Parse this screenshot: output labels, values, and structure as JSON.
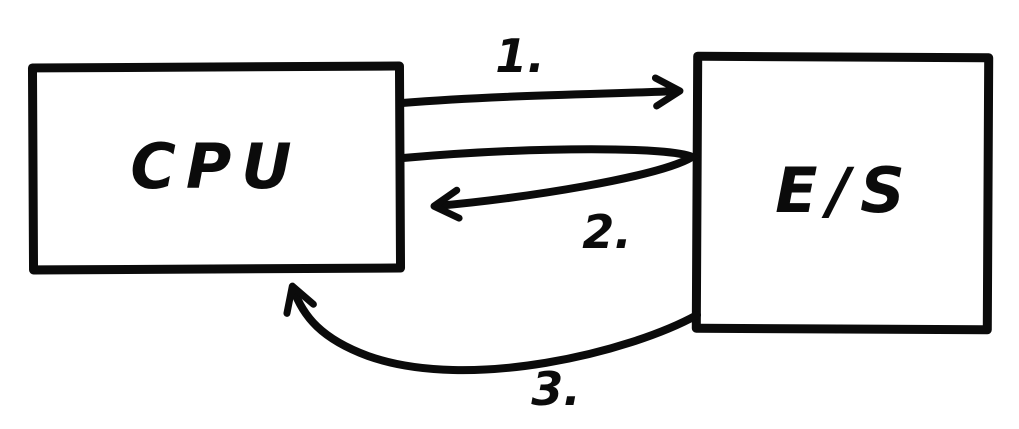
{
  "diagram": {
    "title": "CPU to E/S hand-drawn interaction diagram",
    "nodes": [
      {
        "id": "cpu",
        "label": "CPU"
      },
      {
        "id": "es",
        "label": "E/S"
      }
    ],
    "arrows": [
      {
        "id": "arrow-1",
        "label": "1.",
        "from": "CPU",
        "to": "E/S",
        "style": "straight-top"
      },
      {
        "id": "arrow-2",
        "label": "2.",
        "from": "E/S",
        "to": "CPU",
        "style": "hairpin-middle"
      },
      {
        "id": "arrow-3",
        "label": "3.",
        "from": "E/S",
        "to": "CPU",
        "style": "curved-bottom"
      }
    ],
    "colors": {
      "ink": "#0b0b0b",
      "background": "#ffffff"
    }
  }
}
